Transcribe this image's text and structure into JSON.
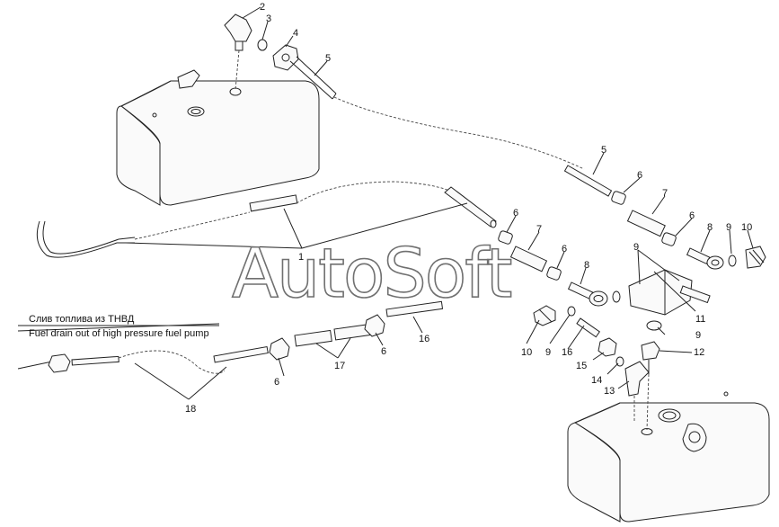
{
  "caption": {
    "ru": "Слив топлива из ТНВД",
    "en": "Fuel drain out of high pressure fuel pump"
  },
  "watermark": "AutoSoft",
  "callouts": {
    "c1": "1",
    "c2": "2",
    "c3": "3",
    "c4": "4",
    "c5a": "5",
    "c5b": "5",
    "c6a": "6",
    "c6b": "6",
    "c6c": "6",
    "c6d": "6",
    "c6e": "6",
    "c6f": "6",
    "c7a": "7",
    "c7b": "7",
    "c8a": "8",
    "c8b": "8",
    "c9a": "9",
    "c9b": "9",
    "c9c": "9",
    "c9d": "9",
    "c10a": "10",
    "c10b": "10",
    "c11": "11",
    "c12": "12",
    "c13": "13",
    "c14": "14",
    "c15": "15",
    "c16a": "16",
    "c16b": "16",
    "c17": "17",
    "c18": "18"
  }
}
